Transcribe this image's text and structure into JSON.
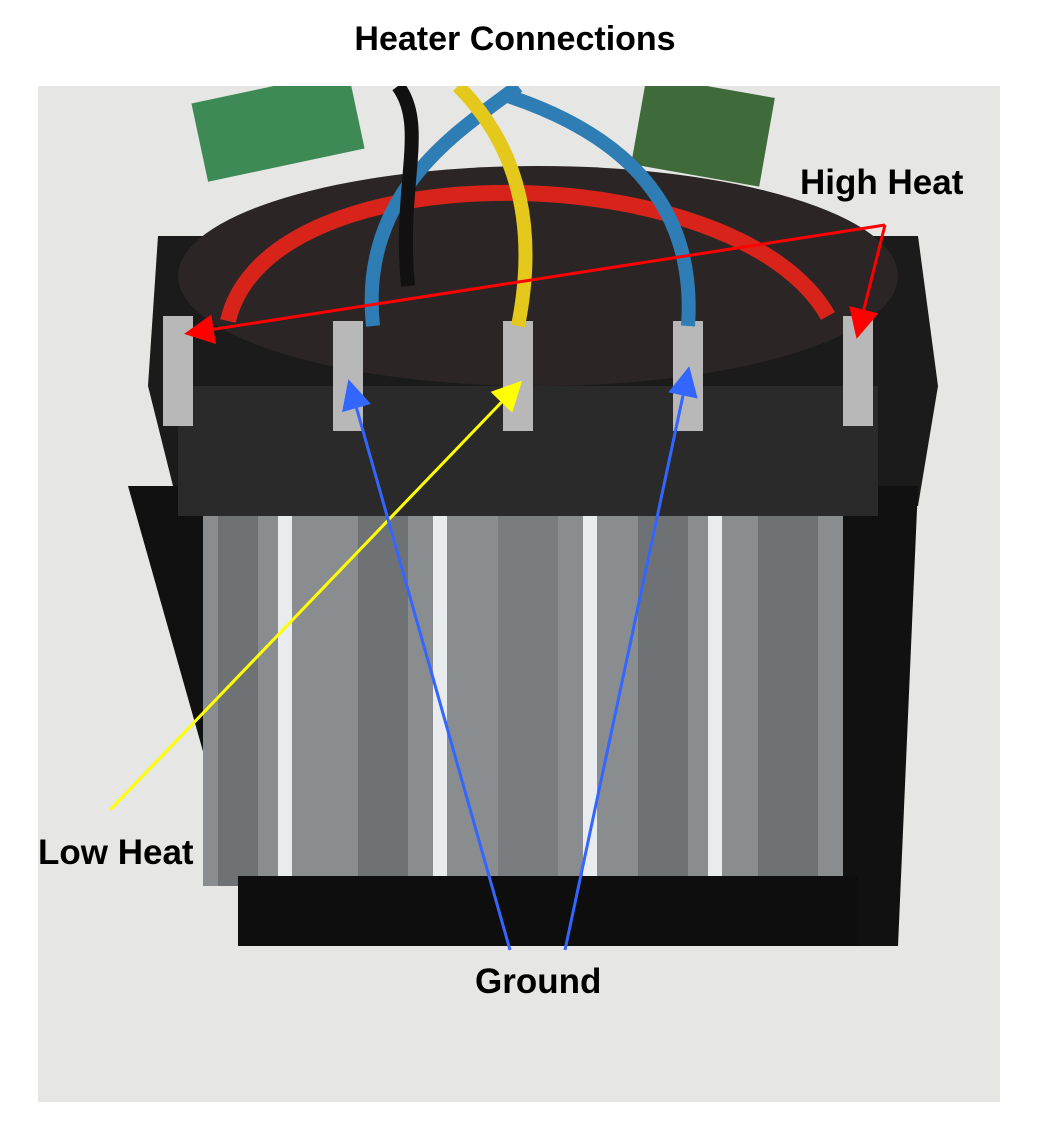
{
  "title": "Heater Connections",
  "labels": {
    "high_heat": "High Heat",
    "low_heat": "Low Heat",
    "ground": "Ground"
  },
  "colors": {
    "high_heat_arrow": "#ff0000",
    "low_heat_arrow": "#ffff00",
    "ground_arrow": "#3366ff"
  }
}
